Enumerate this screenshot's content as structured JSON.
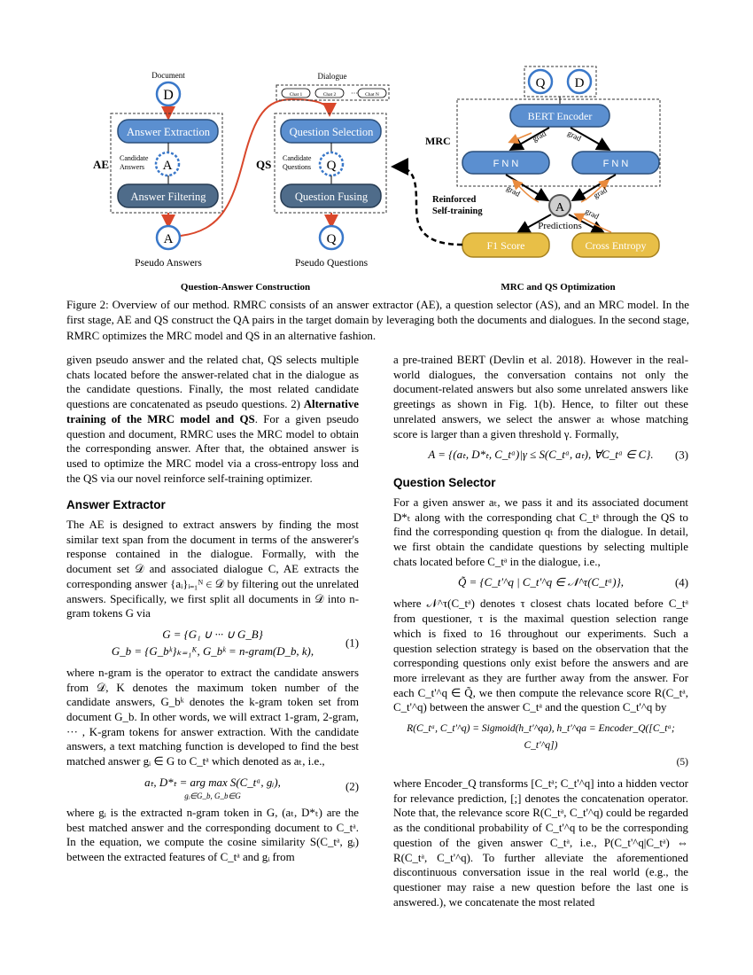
{
  "figure": {
    "left_panel": {
      "document_label": "Document",
      "d_node": "D",
      "answer_extraction": "Answer Extraction",
      "candidate_answers_line1": "Candidate",
      "candidate_answers_line2": "Answers",
      "a_node": "A",
      "answer_filtering": "Answer Filtering",
      "ae_label": "AE",
      "a_output": "A",
      "pseudo_answers": "Pseudo Answers",
      "dialogue_label": "Dialogue",
      "chat1": "Chat 1",
      "chat2": "Chat 2",
      "ellipsis": "···",
      "chatN": "Chat N",
      "question_selection": "Question Selection",
      "candidate_questions_line1": "Candidate",
      "candidate_questions_line2": "Questions",
      "q_node": "Q",
      "question_fusing": "Question Fusing",
      "qs_label": "QS",
      "q_output": "Q",
      "pseudo_questions": "Pseudo Questions",
      "panel_title": "Question-Answer Construction"
    },
    "right_panel": {
      "q_top": "Q",
      "d_top": "D",
      "bert_encoder": "BERT Encoder",
      "mrc_label": "MRC",
      "fnn1": "F N N",
      "fnn2": "F N N",
      "grad1": "grad",
      "grad2": "grad",
      "grad3": "grad",
      "grad4": "grad",
      "grad5": "grad",
      "a_center": "A",
      "predictions": "Predictions",
      "reinforced_line1": "Reinforced",
      "reinforced_line2": "Self-training",
      "f1_score": "F1 Score",
      "cross_entropy": "Cross Entropy",
      "panel_title": "MRC and QS Optimization"
    },
    "colors": {
      "blue_box": "#5b8fd0",
      "dark_box": "#4f6c8a",
      "gold_box": "#e8bf47",
      "red_arrow": "#d9472b",
      "orange_arrow": "#e98a3c",
      "node_blue": "#3a78c9"
    }
  },
  "caption": "Figure 2: Overview of our method. RMRC consists of an answer extractor (AE), a question selector (AS), and an MRC model. In the first stage, AE and QS construct the QA pairs in the target domain by leveraging both the documents and dialogues. In the second stage, RMRC optimizes the MRC model and QS in an alternative fashion.",
  "left_column": {
    "p1": "given pseudo answer and the related chat, QS selects multiple chats located before the answer-related chat in the dialogue as the candidate questions. Finally, the most related candidate questions are concatenated as pseudo questions. 2)",
    "p1_bold": "Alternative training of the MRC model and QS",
    "p1_rest": ". For a given pseudo question and document, RMRC uses the MRC model to obtain the corresponding answer. After that, the obtained answer is used to optimize the MRC model via a cross-entropy loss and the QS via our novel reinforce self-training optimizer.",
    "h_answer_extractor": "Answer Extractor",
    "p2": "The AE is designed to extract answers by finding the most similar text span from the document in terms of the answerer's response contained in the dialogue. Formally, with the document set 𝒟 and associated dialogue C, AE extracts the corresponding answer {aᵢ}ᵢ₌₁ᴺ ∈ 𝒟 by filtering out the unrelated answers. Specifically, we first split all documents in 𝒟 into n-gram tokens G via",
    "eq1a": "G = {G₁ ∪ ··· ∪ G_B}",
    "eq1b": "G_b = {G_bᵏ}ₖ₌₁ᴷ, G_bᵏ = n-gram(D_b, k),",
    "eq1_num": "(1)",
    "p3": "where n-gram is the operator to extract the candidate answers from 𝒟, K denotes the maximum token number of the candidate answers, G_bᵏ denotes the k-gram token set from document G_b. In other words, we will extract 1-gram, 2-gram, ··· , K-gram tokens for answer extraction. With the candidate answers, a text matching function is developed to find the best matched answer gᵢ ∈ G to C_tᵃ which denoted as aₜ, i.e.,",
    "eq2": "aₜ, D*ₜ = arg max S(C_tᵃ, gᵢ),",
    "eq2_sub": "gᵢ∈G_b, G_b∈G",
    "eq2_num": "(2)",
    "p4": "where gᵢ is the extracted n-gram token in G, (aₜ, D*ₜ) are the best matched answer and the corresponding document to C_tᵃ. In the equation, we compute the cosine similarity S(C_tᵃ, gᵢ) between the extracted features of C_tᵃ and gᵢ from"
  },
  "right_column": {
    "p1": "a pre-trained BERT (Devlin et al. 2018). However in the real-world dialogues, the conversation contains not only the document-related answers but also some unrelated answers like greetings as shown in Fig. 1(b). Hence, to filter out these unrelated answers, we select the answer aₜ whose matching score is larger than a given threshold γ. Formally,",
    "eq3": "A = {(aₜ, D*ₜ, C_tᵃ)|γ ≤ S(C_tᵃ, aₜ), ∀C_tᵃ ∈ C}.",
    "eq3_num": "(3)",
    "h_question_selector": "Question Selector",
    "p2": "For a given answer aₜ, we pass it and its associated document D*ₜ along with the corresponding chat C_tᵃ through the QS to find the corresponding question qₜ from the dialogue. In detail, we first obtain the candidate questions by selecting multiple chats located before C_tᵃ in the dialogue, i.e.,",
    "eq4": "Q̃ = {C_t'^q | C_t'^q ∈ 𝒩^τ(C_tᵃ)},",
    "eq4_num": "(4)",
    "p3": "where 𝒩^τ(C_tᵃ) denotes τ closest chats located before C_tᵃ from questioner, τ is the maximal question selection range which is fixed to 16 throughout our experiments. Such a question selection strategy is based on the observation that the corresponding questions only exist before the answers and are more irrelevant as they are further away from the answer. For each C_t'^q ∈ Q̃, we then compute the relevance score R(C_tᵃ, C_t'^q) between the answer C_tᵃ and the question C_t'^q by",
    "eq5": "R(C_tᵃ, C_t'^q) = Sigmoid(h_t'^qa),    h_t'^qa = Encoder_Q([C_tᵃ; C_t'^q])",
    "eq5_num": "(5)",
    "p4": "where Encoder_Q transforms [C_tᵃ; C_t'^q] into a hidden vector for relevance prediction, [;] denotes the concatenation operator. Note that, the relevance score R(C_tᵃ, C_t'^q) could be regarded as the conditional probability of C_t'^q to be the corresponding question of the given answer C_tᵃ, i.e., P(C_t'^q|C_tᵃ) ⇔ R(C_tᵃ, C_t'^q). To further alleviate the aforementioned discontinuous conversation issue in the real world (e.g., the questioner may raise a new question before the last one is answered.), we concatenate the most related"
  }
}
